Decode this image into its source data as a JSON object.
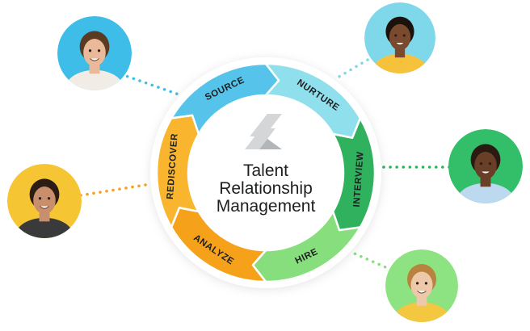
{
  "center": {
    "lines": [
      "Talent",
      "Relationship",
      "Management"
    ]
  },
  "segments": [
    {
      "label": "SOURCE",
      "color": "#56c3ea"
    },
    {
      "label": "NURTURE",
      "color": "#8fe0ec"
    },
    {
      "label": "INTERVIEW",
      "color": "#2fb15e"
    },
    {
      "label": "HIRE",
      "color": "#86de7c"
    },
    {
      "label": "ANALYZE",
      "color": "#f6a11a"
    },
    {
      "label": "REDISCOVER",
      "color": "#f8b52d"
    }
  ],
  "people": [
    {
      "name": "man-glasses-avatar",
      "bg": "#3dbde8",
      "skin": "#e9b99a",
      "hair": "#5a3b22",
      "shirt": "#f1ece6",
      "connector": "#3dbde8"
    },
    {
      "name": "woman-curly-avatar",
      "bg": "#7fd8ea",
      "skin": "#7a4a2f",
      "hair": "#1c120c",
      "shirt": "#f6c23b",
      "connector": "#7fd8ea"
    },
    {
      "name": "man-green-avatar",
      "bg": "#33bf6a",
      "skin": "#6a3f28",
      "hair": "#2a1a12",
      "shirt": "#bcd9ef",
      "connector": "#2fb15e"
    },
    {
      "name": "woman-blonde-avatar",
      "bg": "#8de282",
      "skin": "#edc9aa",
      "hair": "#b8833f",
      "shirt": "#f4c740",
      "connector": "#86de7c"
    },
    {
      "name": "man-yellow-avatar",
      "bg": "#f6c534",
      "skin": "#c98f6c",
      "hair": "#2b1d14",
      "shirt": "#3a3a3a",
      "connector": "#f6a11a"
    }
  ],
  "colors": {
    "text_dark": "#1d1f21",
    "logo_light": "#d4d6d8",
    "logo_dark": "#b3b6b9"
  }
}
